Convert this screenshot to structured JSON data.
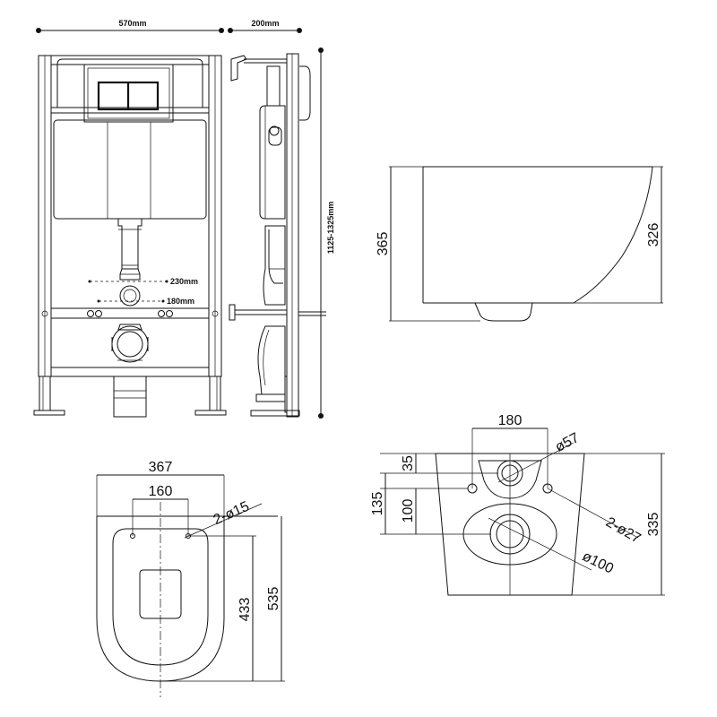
{
  "frame_front": {
    "width_label": "570mm",
    "outlet_spacing_label": "230mm",
    "bolt_spacing_label": "180mm"
  },
  "frame_side": {
    "depth_label": "200mm",
    "height_label": "1125-1325mm"
  },
  "bowl_side": {
    "height_label": "365",
    "rim_height_label": "326"
  },
  "bowl_top": {
    "width_label": "367",
    "bolt_spacing_label": "160",
    "bolt_holes_label": "2-ø15",
    "length_label": "535",
    "bolt_to_front_label": "433"
  },
  "bowl_back": {
    "bolt_spacing_label": "180",
    "inlet_label": "ø57",
    "inlet_offset_label": "35",
    "outlet_offset_label": "100",
    "bolt_height_label": "135",
    "bolt_holes_label": "2-ø27",
    "outlet_label": "ø100",
    "height_label": "335"
  }
}
